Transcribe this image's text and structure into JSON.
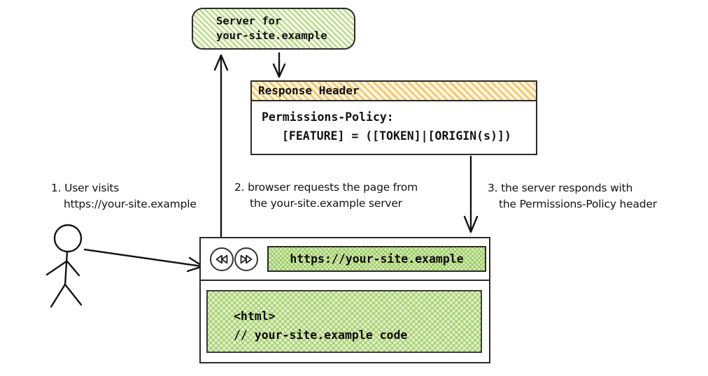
{
  "colors": {
    "green_hatch": "#aed478",
    "green_bg": "#f2f8e7",
    "orange_hatch": "#f3c66b",
    "orange_bg": "#fdf5df",
    "ink": "#1a1a1a"
  },
  "server_box": {
    "line1": "Server for",
    "line2": "your-site.example"
  },
  "response_header_box": {
    "title": "Response Header",
    "line1": "Permissions-Policy:",
    "line2": "[FEATURE] = ([TOKEN]|[ORIGIN(s)])"
  },
  "annotations": [
    {
      "line1": "1. User visits",
      "line2": "https://your-site.example"
    },
    {
      "line1": "2. browser requests the page from",
      "line2": "the your-site.example server"
    },
    {
      "line1": "3. the server responds with",
      "line2": "the Permissions-Policy header"
    }
  ],
  "browser": {
    "back_icon": "rewind-double-triangle-left",
    "forward_icon": "fast-forward-double-triangle-right",
    "url": "https://your-site.example",
    "content_line1": "<html>",
    "content_line2": "// your-site.example code"
  }
}
